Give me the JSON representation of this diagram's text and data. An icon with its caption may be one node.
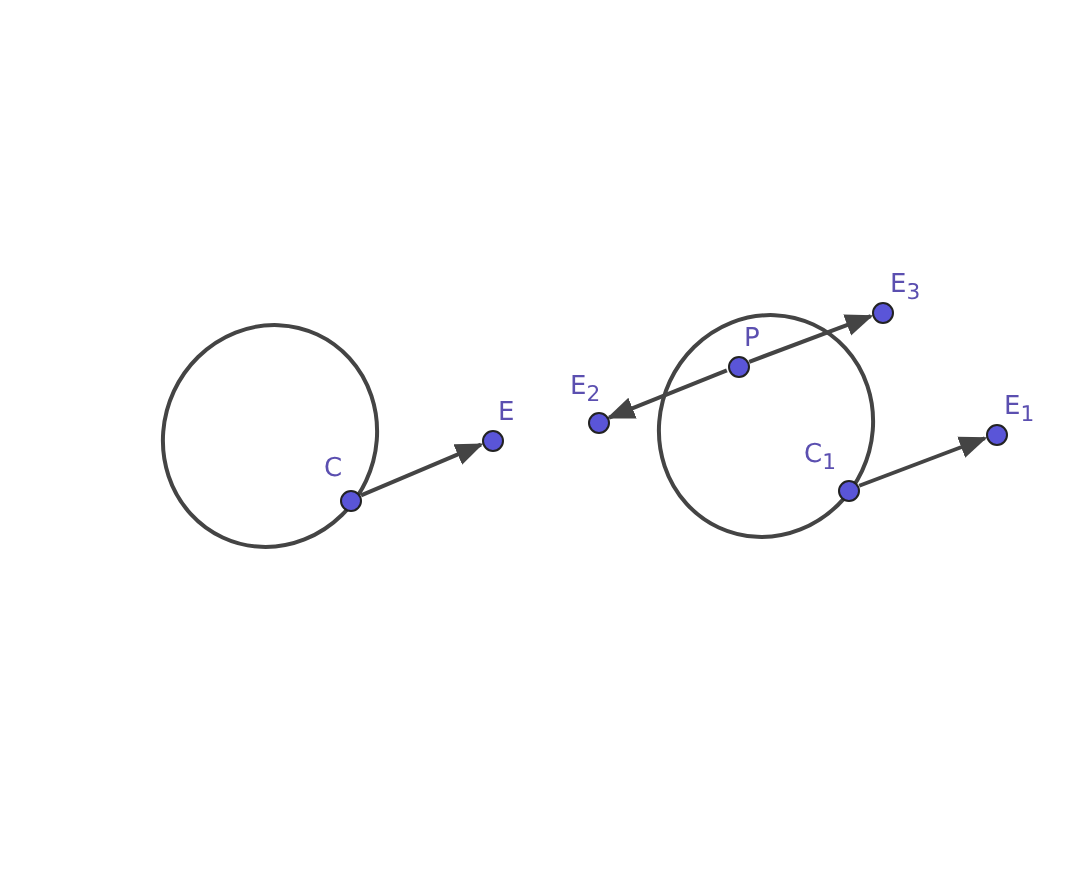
{
  "diagram": {
    "nodes": [
      {
        "text": [
          "C"
        ]
      },
      {
        "text": [
          "E"
        ]
      },
      {
        "text": [
          "P"
        ]
      },
      {
        "text": [
          "E$_{3}$"
        ]
      },
      {
        "text": [
          "E$_{2}$"
        ]
      },
      {
        "text": [
          "C$_{1}$"
        ]
      },
      {
        "text": [
          "E$_{1}$"
        ]
      }
    ],
    "edges": [
      {
        "from": 0,
        "to": 1,
        "arrow": "to"
      },
      {
        "from": 2,
        "to": 3,
        "arrow": "to"
      },
      {
        "from": 2,
        "to": 4,
        "arrow": "to"
      },
      {
        "from": 5,
        "to": 6,
        "arrow": "to"
      }
    ]
  }
}
